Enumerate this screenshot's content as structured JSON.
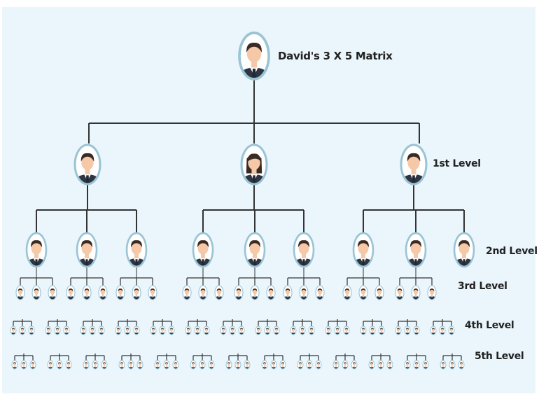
{
  "title": "David's 3 X 5 Matrix",
  "levels": [
    "1st Level",
    "2nd Level",
    "3rd Level",
    "4th Level",
    "5th Level"
  ],
  "colors": {
    "background": "#eaf6fc",
    "line": "#333333",
    "avatar_ring": "#9bc4d4",
    "avatar_fill": "#ffffff",
    "skin": "#f5c9a8",
    "hair": "#3a2a22",
    "suit": "#2e3440",
    "tie": "#1f2a36"
  },
  "avatar_icon": "person-avatar-icon"
}
